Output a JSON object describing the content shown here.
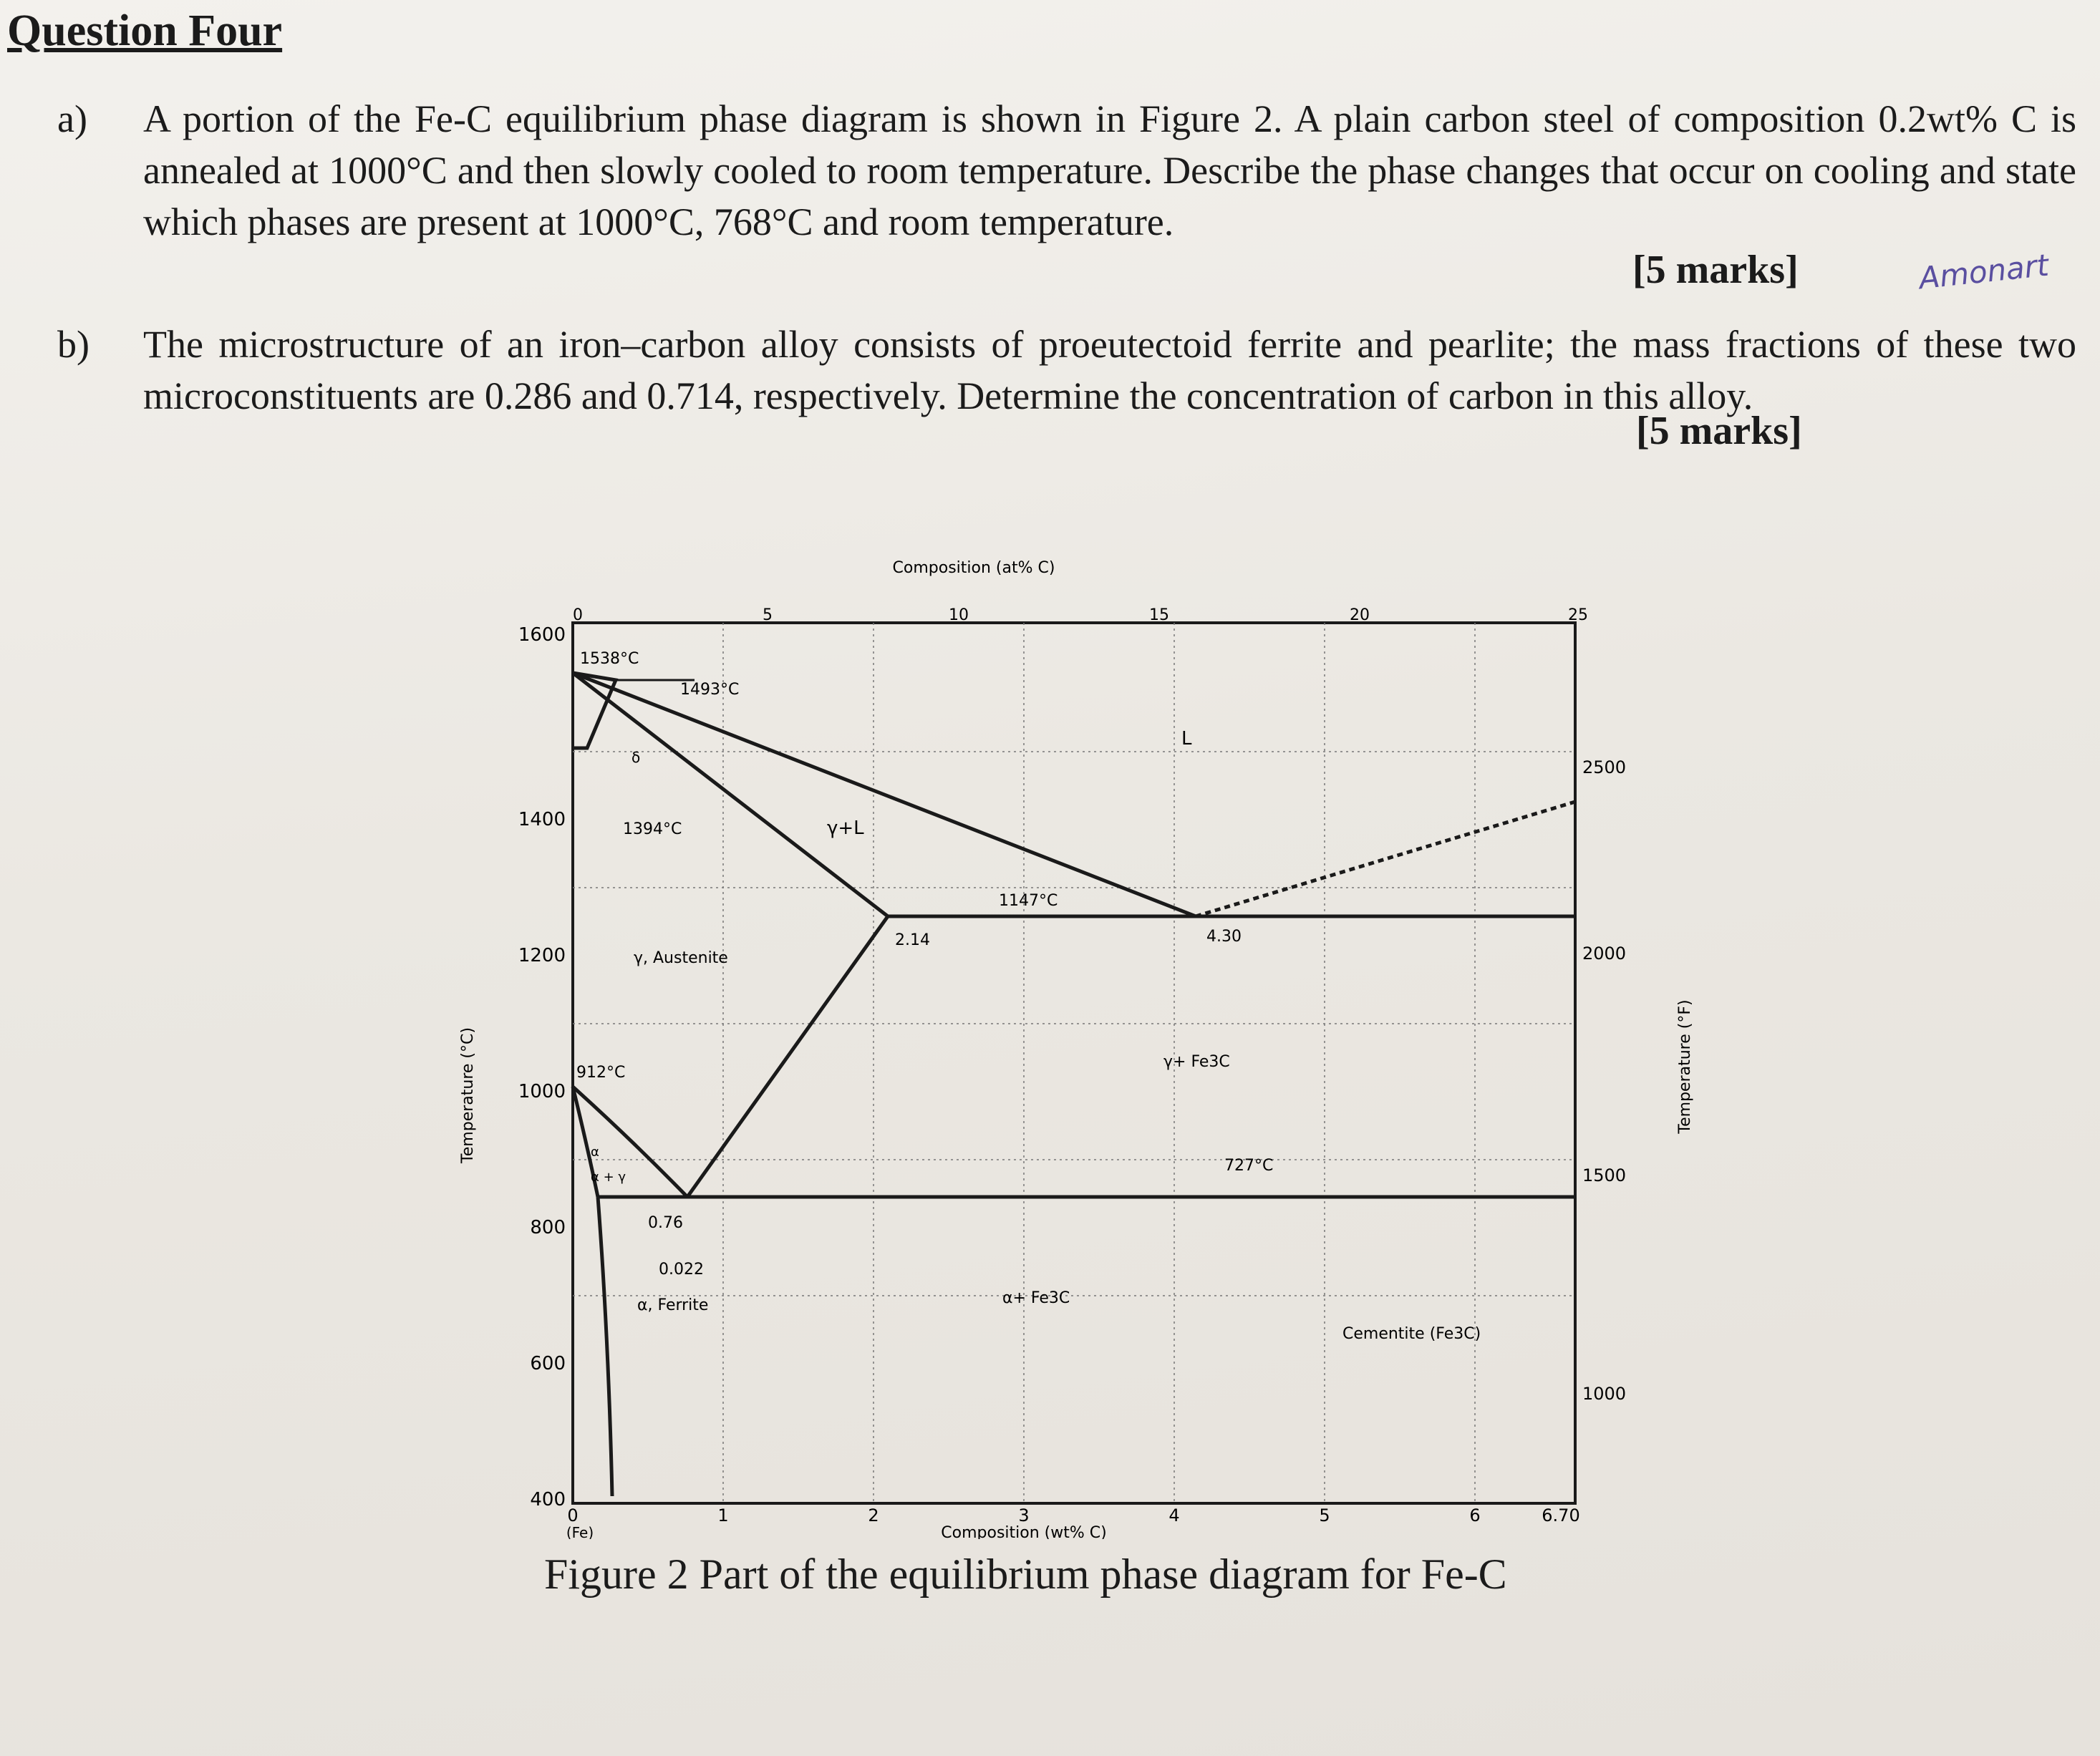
{
  "title": "Question Four",
  "qa": {
    "label": "a)",
    "text": "A portion of the Fe-C equilibrium phase diagram is shown in Figure 2. A plain carbon steel of composition 0.2wt% C is annealed at 1000°C and then slowly cooled to room temperature. Describe the phase changes that occur on cooling and state which phases are present at 1000°C, 768°C and room temperature.",
    "marks": "[5 marks]"
  },
  "qb": {
    "label": "b)",
    "text": "The microstructure of an iron–carbon alloy consists of proeutectoid ferrite and pearlite; the mass fractions of these two microconstituents are 0.286 and 0.714, respectively. Determine the concentration of carbon in this alloy.",
    "marks": "[5 marks]"
  },
  "annotation": "Amonart",
  "figure": {
    "caption": "Figure 2 Part of the equilibrium phase diagram for Fe-C",
    "xlabel": "Composition (wt% C)",
    "top_axis_label": "Composition (at% C)",
    "ylabel_left": "Temperature (°C)",
    "ylabel_right": "Temperature (°F)",
    "fe_label": "(Fe)",
    "x_ticks": [
      "0",
      "1",
      "2",
      "3",
      "4",
      "5",
      "6",
      "6.70"
    ],
    "top_ticks": [
      "0",
      "5",
      "10",
      "15",
      "20",
      "25"
    ],
    "y_ticks": [
      "400",
      "600",
      "800",
      "1000",
      "1200",
      "1400",
      "1600"
    ],
    "right_ticks": [
      "1000",
      "1500",
      "2000",
      "2500"
    ],
    "labels": {
      "t1538": "1538°C",
      "t1493": "1493°C",
      "t1394": "1394°C",
      "t1147": "1147°C",
      "t912": "912°C",
      "t727": "727°C",
      "c214": "2.14",
      "c430": "4.30",
      "c076": "0.76",
      "c0022": "0.022",
      "liquid": "L",
      "gamma_l": "γ+L",
      "delta": "δ",
      "austenite": "γ, Austenite",
      "gamma_fe3c": "γ+ Fe3C",
      "alpha_fe3c": "α+ Fe3C",
      "ferrite": "α, Ferrite",
      "alpha_gamma": "α + γ",
      "alpha": "α",
      "cementite": "Cementite (Fe3C)"
    }
  }
}
